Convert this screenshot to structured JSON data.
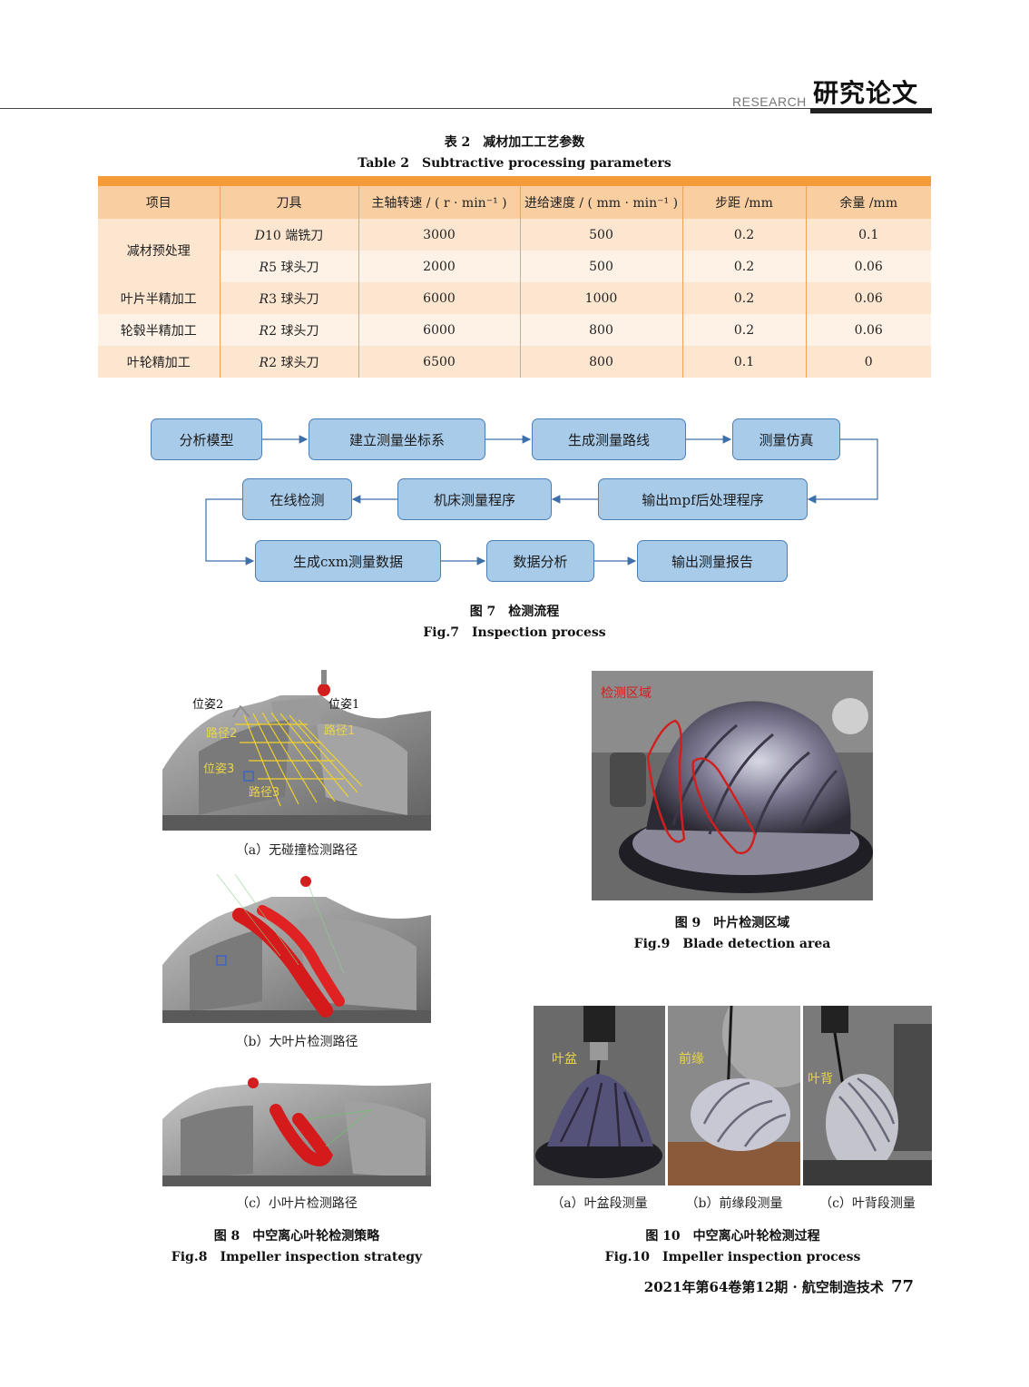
{
  "header": {
    "en": "RESEARCH",
    "cn": "研究论文"
  },
  "table2": {
    "caption_cn": "表 2　减材加工工艺参数",
    "caption_en": "Table 2　Subtractive processing parameters",
    "headers": [
      "项目",
      "刀具",
      "主轴转速 / ( r · min⁻¹ )",
      "进给速度 / ( mm · min⁻¹ )",
      "步距 /mm",
      "余量 /mm"
    ],
    "rows": [
      {
        "item": "减材预处理",
        "tool_code": "D",
        "tool_rest": "10 端铣刀",
        "speed": "3000",
        "feed": "500",
        "step": "0.2",
        "allow": "0.1"
      },
      {
        "item": "",
        "tool_code": "R",
        "tool_rest": "5 球头刀",
        "speed": "2000",
        "feed": "500",
        "step": "0.2",
        "allow": "0.06"
      },
      {
        "item": "叶片半精加工",
        "tool_code": "R",
        "tool_rest": "3 球头刀",
        "speed": "6000",
        "feed": "1000",
        "step": "0.2",
        "allow": "0.06"
      },
      {
        "item": "轮毂半精加工",
        "tool_code": "R",
        "tool_rest": "2 球头刀",
        "speed": "6000",
        "feed": "800",
        "step": "0.2",
        "allow": "0.06"
      },
      {
        "item": "叶轮精加工",
        "tool_code": "R",
        "tool_rest": "2 球头刀",
        "speed": "6500",
        "feed": "800",
        "step": "0.1",
        "allow": "0"
      }
    ]
  },
  "flow": {
    "boxes": [
      "分析模型",
      "建立测量坐标系",
      "生成测量路线",
      "测量仿真",
      "输出mpf后处理程序",
      "机床测量程序",
      "在线检测",
      "生成cxm测量数据",
      "数据分析",
      "输出测量报告"
    ],
    "caption_cn": "图 7　检测流程",
    "caption_en": "Fig.7　Inspection process"
  },
  "fig8": {
    "a_labels": [
      "位姿2",
      "位姿1",
      "路径2",
      "路径1",
      "位姿3",
      "路径3"
    ],
    "sub_a": "（a）无碰撞检测路径",
    "sub_b": "（b）大叶片检测路径",
    "sub_c": "（c）小叶片检测路径",
    "caption_cn": "图 8　中空离心叶轮检测策略",
    "caption_en": "Fig.8　Impeller inspection strategy"
  },
  "fig9": {
    "label": "检测区域",
    "caption_cn": "图 9　叶片检测区域",
    "caption_en": "Fig.9　Blade detection area"
  },
  "fig10": {
    "labels": [
      "叶盆",
      "前缘",
      "叶背"
    ],
    "sub_a": "（a）叶盆段测量",
    "sub_b": "（b）前缘段测量",
    "sub_c": "（c）叶背段测量",
    "caption_cn": "图 10　中空离心叶轮检测过程",
    "caption_en": "Fig.10　Impeller inspection process"
  },
  "footer": {
    "text": "2021年第64卷第12期 · 航空制造技术",
    "page": "77"
  },
  "colors": {
    "table_header": "#f9cfa2",
    "table_bar": "#f59b3a",
    "flow_box": "#a8cbea",
    "flow_border": "#4a7fb5",
    "detect_red": "#d0201e"
  }
}
